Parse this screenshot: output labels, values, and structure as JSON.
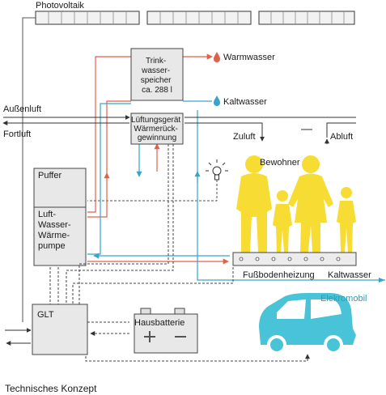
{
  "labels": {
    "photovoltaik": "Photovoltaik",
    "trinkwasser": [
      "Trink-",
      "wasser-",
      "speicher",
      "ca. 288 l"
    ],
    "warmwasser": "Warmwasser",
    "kaltwasser_top": "Kaltwasser",
    "aussenluft": "Außenluft",
    "fortluft": "Fortluft",
    "lueftung": [
      "Lüftungsgerät",
      "Wärmerück-",
      "gewinnung"
    ],
    "zuluft": "Zuluft",
    "abluft": "Abluft",
    "bewohner": "Bewohner",
    "puffer": "Puffer",
    "waermepumpe": [
      "Luft-",
      "Wasser-",
      "Wärme-",
      "pumpe"
    ],
    "fussboden": "Fußbodenheizung",
    "kaltwasser_bottom": "Kaltwasser",
    "elektromobil": "Elekromobil",
    "glt": "GLT",
    "hausbatterie": "Hausbatterie",
    "caption": "Technisches Konzept"
  },
  "colors": {
    "hot": "#e0604a",
    "cold": "#3aa3c9",
    "line": "#333333",
    "box_fill": "#e8e8e8",
    "people": "#f7dc34",
    "car": "#49c3d8",
    "teal_text": "#2a9bb5"
  },
  "icons": [
    "solar-panel-icon",
    "warm-drop-icon",
    "cold-drop-icon",
    "light-bulb-icon",
    "family-icon",
    "car-icon",
    "battery-icon"
  ]
}
